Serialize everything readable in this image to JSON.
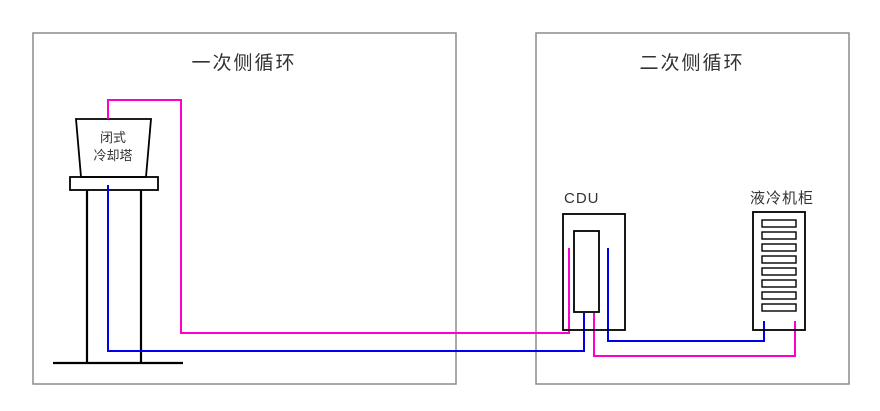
{
  "diagram": {
    "primary_loop": {
      "title": "一次侧循环"
    },
    "secondary_loop": {
      "title": "二次侧循环"
    },
    "cooling_tower": {
      "label_line1": "闭式",
      "label_line2": "冷却塔"
    },
    "cdu": {
      "label": "CDU"
    },
    "cabinet": {
      "label": "液冷机柜"
    }
  },
  "colors": {
    "hot_pipe": "#FF00CC",
    "cold_pipe": "#0000F0",
    "loop_box_border": "#8C8C8C",
    "equipment_outline": "#000000",
    "label_text": "#333333"
  }
}
